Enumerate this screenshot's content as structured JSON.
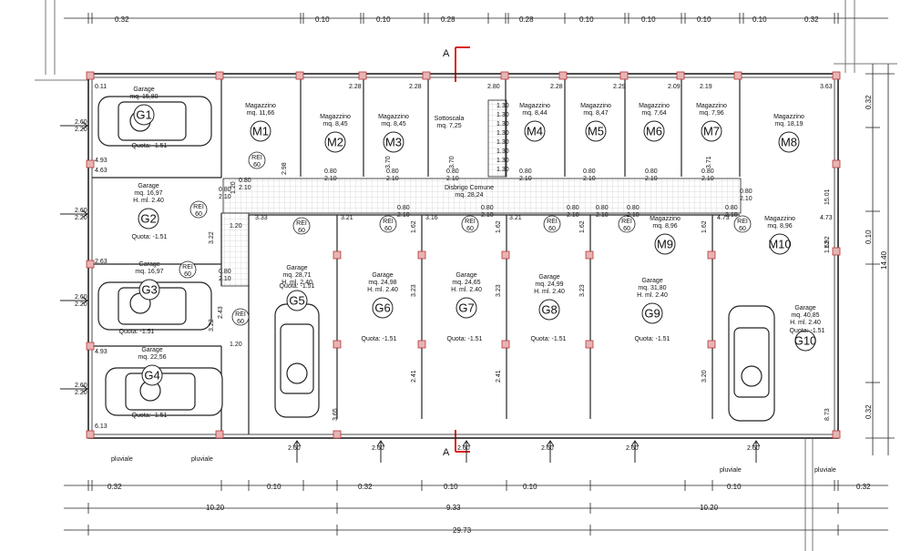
{
  "top_dims": [
    "0.32",
    "0.10",
    "0.10",
    "0.28",
    "0.28",
    "0.10",
    "0.10",
    "0.10",
    "0.10",
    "0.32"
  ],
  "bottom_dims": [
    "0.32",
    "0.10",
    "0.32",
    "0.10",
    "0.10",
    "0.10",
    "0.32"
  ],
  "spans": {
    "left": "10.20",
    "middle": "9.33",
    "right": "10.20",
    "total": "29.73"
  },
  "right_dims": {
    "top": "0.32",
    "mid": "0.10",
    "bottom": "0.32",
    "height": "14.40"
  },
  "section_mark": "A",
  "corridor": {
    "name": "Disbrigo Comune",
    "area": "mq. 28,24"
  },
  "sottoscala": {
    "name": "Sottoscala",
    "area": "mq. 7,25"
  },
  "rooms": [
    {
      "code": "G1",
      "name": "Garage",
      "area": "mq. 15,80",
      "extra": "",
      "quota": "Quota: -1.51"
    },
    {
      "code": "G2",
      "name": "Garage",
      "area": "mq. 16,97",
      "extra": "H. ml. 2.40",
      "quota": "Quota: -1.51"
    },
    {
      "code": "G3",
      "name": "Garage",
      "area": "mq. 16,97",
      "extra": "",
      "quota": "Quota: -1.51"
    },
    {
      "code": "G4",
      "name": "Garage",
      "area": "mq. 22,56",
      "extra": "",
      "quota": "Quota: -1.51"
    },
    {
      "code": "G5",
      "name": "Garage",
      "area": "mq. 28,71",
      "extra": "H. ml. 2.40",
      "quota": "Quota: -1.51"
    },
    {
      "code": "G6",
      "name": "Garage",
      "area": "mq. 24,98",
      "extra": "H. ml. 2.40",
      "quota": "Quota: -1.51"
    },
    {
      "code": "G7",
      "name": "Garage",
      "area": "mq. 24,65",
      "extra": "H. ml. 2.40",
      "quota": "Quota: -1.51"
    },
    {
      "code": "G8",
      "name": "Garage",
      "area": "mq. 24,99",
      "extra": "H. ml. 2.40",
      "quota": "Quota: -1.51"
    },
    {
      "code": "G9",
      "name": "Garage",
      "area": "mq. 31,80",
      "extra": "H. ml. 2.40",
      "quota": "Quota: -1.51"
    },
    {
      "code": "G10",
      "name": "Garage",
      "area": "mq. 40,85",
      "extra": "H. ml. 2.40",
      "quota": "Quota: -1.51"
    },
    {
      "code": "M1",
      "name": "Magazzino",
      "area": "mq. 11,66",
      "extra": "",
      "quota": ""
    },
    {
      "code": "M2",
      "name": "Magazzino",
      "area": "mq. 8,45",
      "extra": "",
      "quota": ""
    },
    {
      "code": "M3",
      "name": "Magazzino",
      "area": "mq. 8,45",
      "extra": "",
      "quota": ""
    },
    {
      "code": "M4",
      "name": "Magazzino",
      "area": "mq. 8,44",
      "extra": "",
      "quota": ""
    },
    {
      "code": "M5",
      "name": "Magazzino",
      "area": "mq. 8,47",
      "extra": "",
      "quota": ""
    },
    {
      "code": "M6",
      "name": "Magazzino",
      "area": "mq. 7,64",
      "extra": "",
      "quota": ""
    },
    {
      "code": "M7",
      "name": "Magazzino",
      "area": "mq. 7,96",
      "extra": "",
      "quota": ""
    },
    {
      "code": "M8",
      "name": "Magazzino",
      "area": "mq. 18,19",
      "extra": "",
      "quota": ""
    },
    {
      "code": "M9",
      "name": "Magazzino",
      "area": "mq. 8,96",
      "extra": "",
      "quota": ""
    },
    {
      "code": "M10",
      "name": "Magazzino",
      "area": "mq. 8,96",
      "extra": "",
      "quota": ""
    }
  ],
  "rei_label": "REI",
  "rei_value": "60",
  "door_dims": [
    "0.80",
    "2.10"
  ],
  "entry_dims": [
    "2.60",
    "2.20"
  ],
  "pluviale": "pluviale",
  "inner_dims": [
    "0.11",
    "2.28",
    "2.28",
    "2.80",
    "2.28",
    "2.29",
    "2.09",
    "2.19",
    "3.63",
    "4.93",
    "4.63",
    "2.63",
    "4.93",
    "6.13",
    "3.33",
    "3.21",
    "3.16",
    "3.21",
    "4.73",
    "4.73",
    "1.20",
    "1.20",
    "1.20",
    "2.98",
    "3.70",
    "3.70",
    "3.71",
    "1.62",
    "1.62",
    "1.62",
    "1.62",
    "1.62",
    "3.23",
    "3.23",
    "3.23",
    "2.41",
    "2.41",
    "3.20",
    "3.22",
    "3.22",
    "2.43",
    "3.65",
    "8.73",
    "15.01",
    "1.92",
    "1.30",
    "1.30",
    "1.30",
    "1.30",
    "1.30",
    "1.30",
    "1.30",
    "1.30"
  ]
}
